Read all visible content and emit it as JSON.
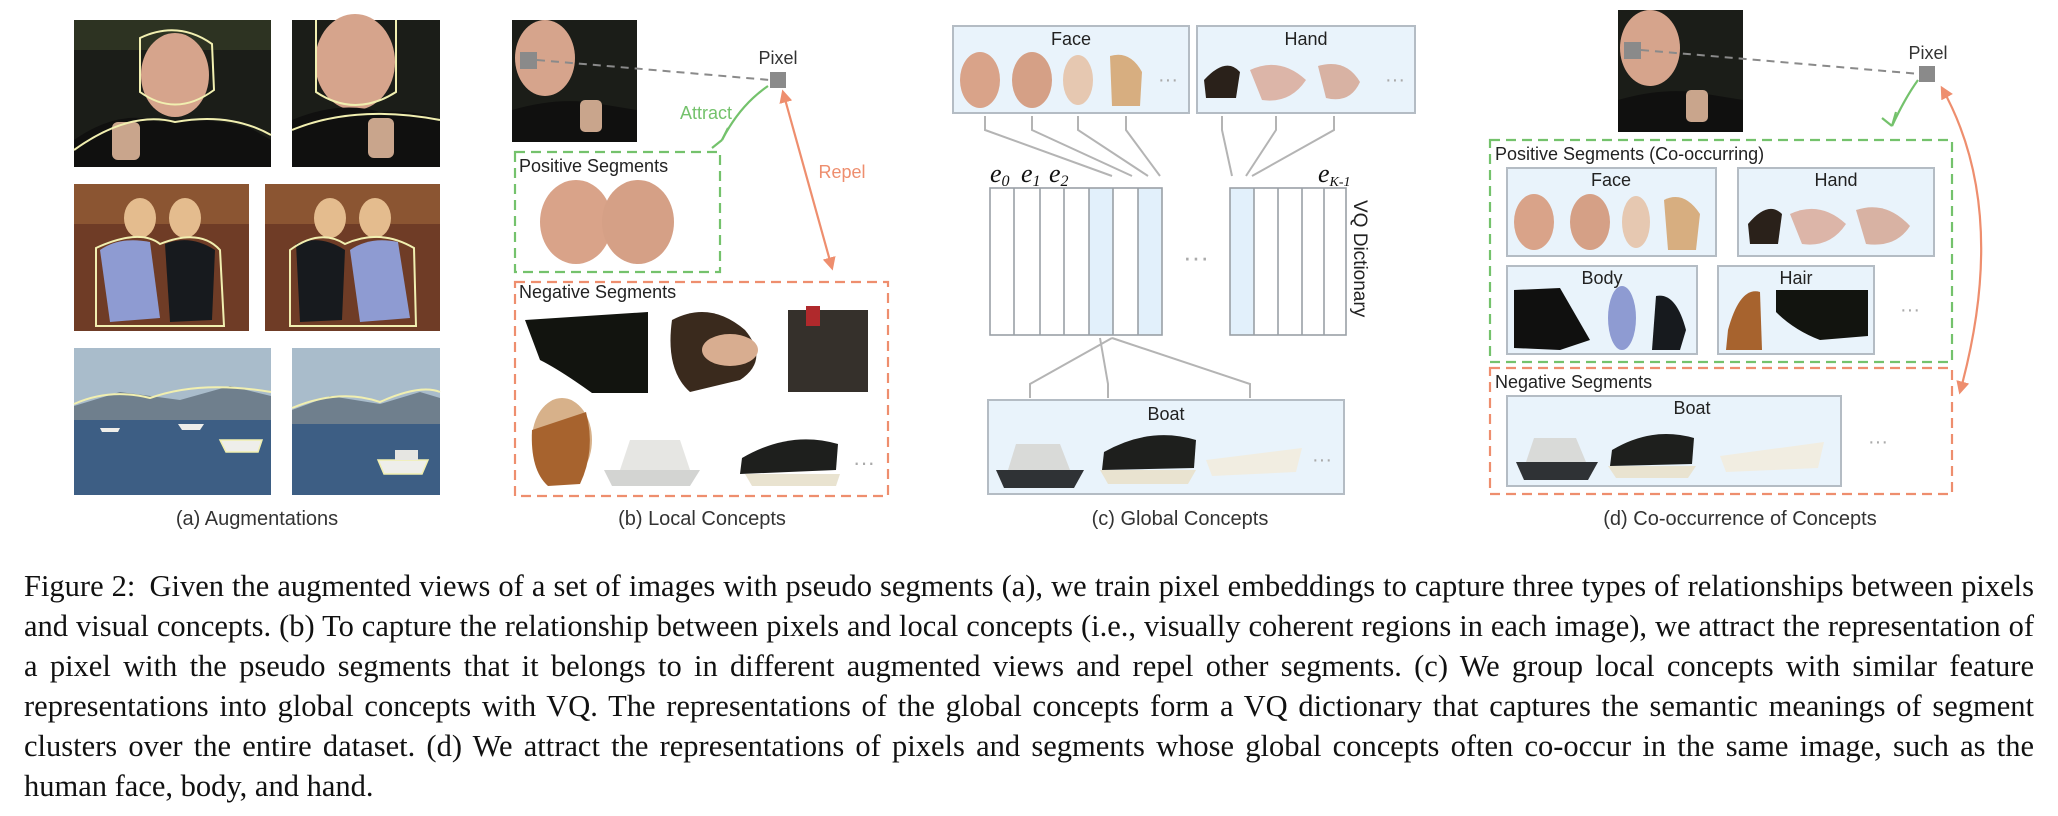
{
  "panels": {
    "a": {
      "caption": "(a) Augmentations"
    },
    "b": {
      "caption": "(b) Local Concepts",
      "pixel_label": "Pixel",
      "attract_label": "Attract",
      "repel_label": "Repel",
      "positive_title": "Positive Segments",
      "negative_title": "Negative Segments",
      "ellipsis": "···"
    },
    "c": {
      "caption": "(c) Global Concepts",
      "face_title": "Face",
      "hand_title": "Hand",
      "boat_title": "Boat",
      "dict_label": "VQ Dictionary",
      "e0": "e",
      "e0_sub": "0",
      "e1": "e",
      "e1_sub": "1",
      "e2": "e",
      "e2_sub": "2",
      "ek": "e",
      "ek_sub": "K-1",
      "ellipsis": "···"
    },
    "d": {
      "caption": "(d) Co-occurrence of Concepts",
      "pixel_label": "Pixel",
      "positive_title": "Positive Segments (Co-occurring)",
      "negative_title": "Negative Segments",
      "face_title": "Face",
      "hand_title": "Hand",
      "body_title": "Body",
      "hair_title": "Hair",
      "boat_title": "Boat",
      "ellipsis": "···"
    }
  },
  "caption": {
    "lead": "Figure 2:",
    "body": "Given the augmented views of a set of images with pseudo segments (a), we train pixel embeddings to capture three types of relationships between pixels and visual concepts. (b) To capture the relationship between pixels and local concepts (i.e., visually coherent regions in each image), we attract the representation of a pixel with the pseudo segments that it belongs to in different augmented views and repel other segments. (c) We group local concepts with similar feature representations into global concepts with VQ. The representations of the global concepts form a VQ dictionary that captures the semantic meanings of segment clusters over the entire dataset. (d) We attract the representations of pixels and segments whose global concepts often co-occur in the same image, such as the human face, body, and hand."
  },
  "colors": {
    "positive": "#74c26c",
    "negative": "#ee8e6e",
    "box_border": "#b4bcc4",
    "box_fill": "#e9f3fb",
    "dict_highlight": "#e2f0fb"
  }
}
